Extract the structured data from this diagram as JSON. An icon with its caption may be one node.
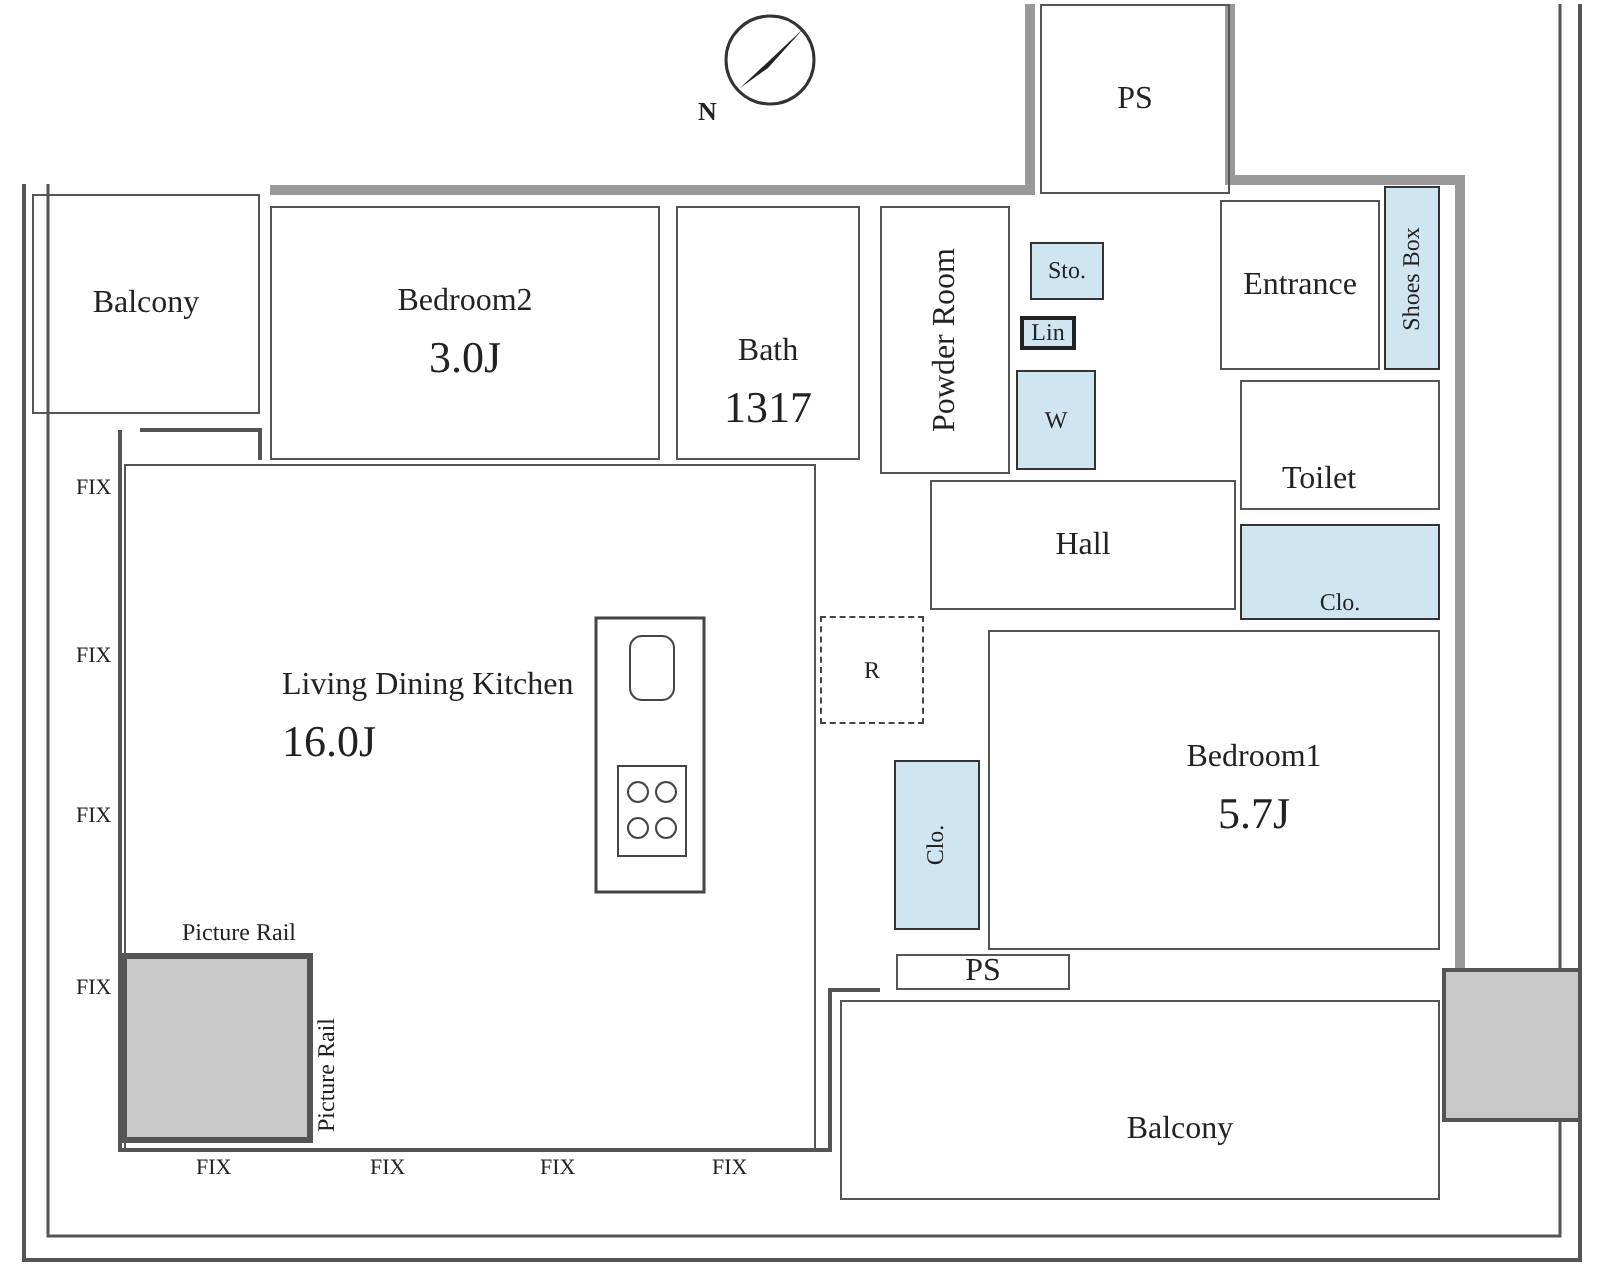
{
  "diagram": {
    "nodes": [
      {
        "text": [
          "Balcony"
        ]
      },
      {
        "text": [
          "Bedroom2",
          "3.0J"
        ]
      },
      {
        "text": [
          "Bath",
          "1317"
        ]
      },
      {
        "text": [
          "Powder Room"
        ]
      },
      {
        "text": [
          "Sto."
        ]
      },
      {
        "text": [
          "Lin"
        ]
      },
      {
        "text": [
          "W"
        ]
      },
      {
        "text": [
          "PS"
        ]
      },
      {
        "text": [
          "Entrance"
        ]
      },
      {
        "text": [
          "Shoes Box"
        ]
      },
      {
        "text": [
          "Toilet"
        ]
      },
      {
        "text": [
          "Hall"
        ]
      },
      {
        "text": [
          "Clo."
        ]
      },
      {
        "text": [
          "Living Dining Kitchen",
          "16.0J"
        ]
      },
      {
        "text": [
          "R"
        ]
      },
      {
        "text": [
          "Clo."
        ]
      },
      {
        "text": [
          "Bedroom1",
          "5.7J"
        ]
      },
      {
        "text": [
          "PS"
        ]
      },
      {
        "text": [
          "Balcony"
        ]
      }
    ],
    "labels": [
      "N",
      "FIX",
      "FIX",
      "FIX",
      "FIX",
      "Picture Rail",
      "Picture Rail",
      "FIX",
      "FIX",
      "FIX",
      "FIX"
    ]
  }
}
